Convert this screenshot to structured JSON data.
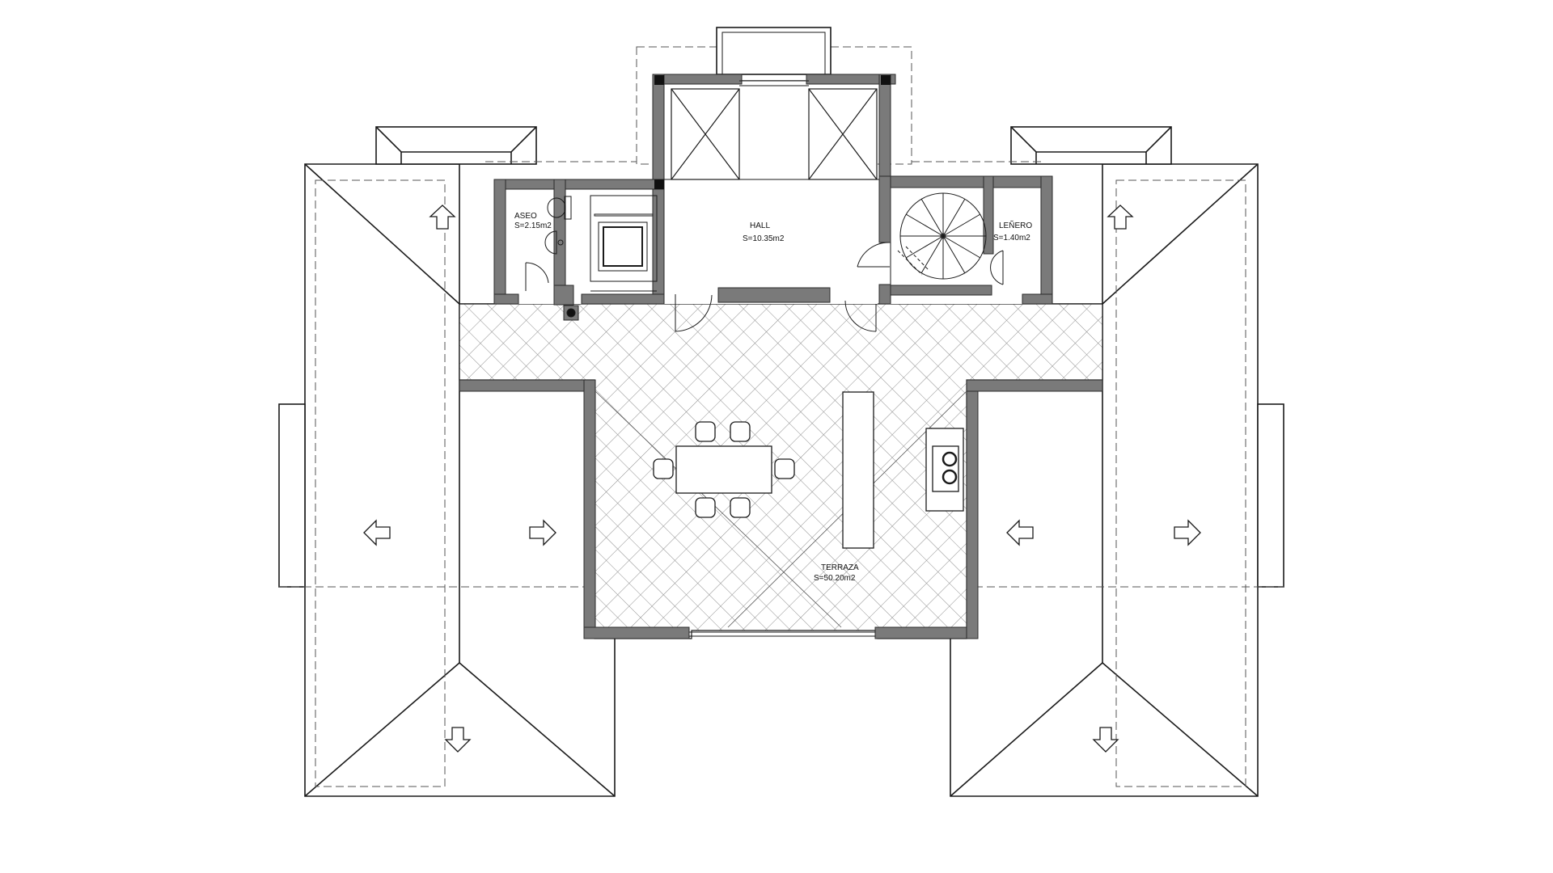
{
  "colors": {
    "wall": "#7a7a7a",
    "wall_stroke": "#2b2b2b",
    "line": "#1a1a1a",
    "dashed": "#555555",
    "tile": "#9a9a9a",
    "background": "#ffffff"
  },
  "rooms": {
    "aseo": {
      "name": "ASEO",
      "area": "S=2.15m2"
    },
    "hall": {
      "name": "HALL",
      "area": "S=10.35m2"
    },
    "lenero": {
      "name": "LEÑERO",
      "area": "S=1.40m2"
    },
    "terraza": {
      "name": "TERRAZA",
      "area": "S=50.20m2"
    }
  },
  "icons": {
    "slope_arrow": "slope-arrow-icon",
    "fireplace": "fireplace-icon",
    "spiral_stair": "spiral-staircase-icon"
  }
}
